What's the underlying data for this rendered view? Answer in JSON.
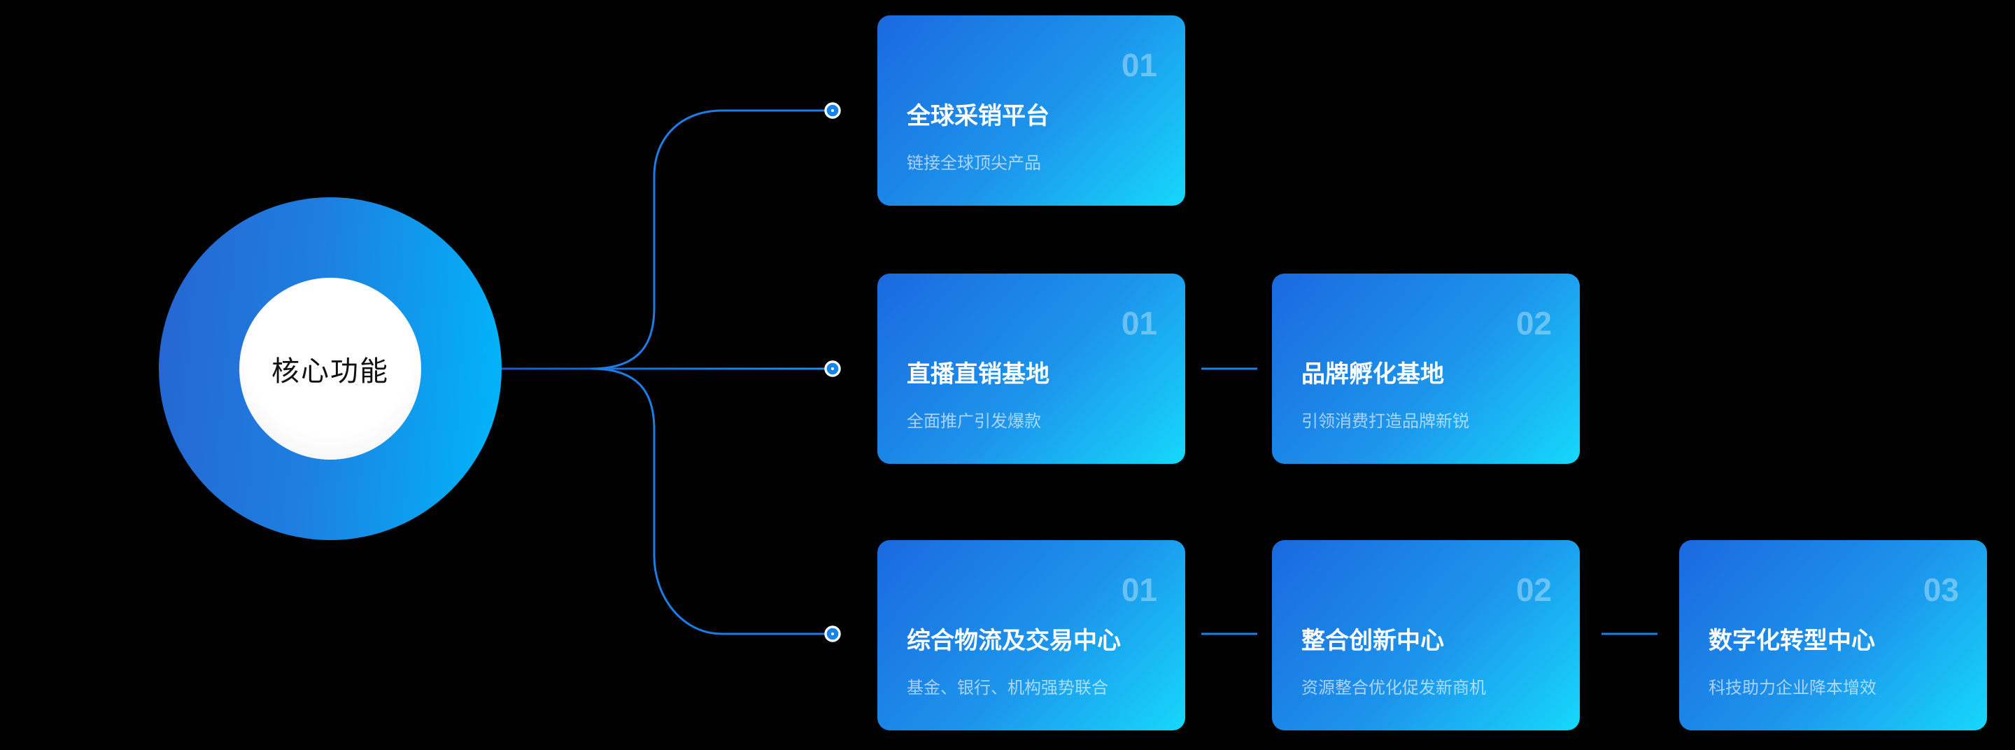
{
  "center": {
    "label": "核心功能"
  },
  "colors": {
    "background": "#000000",
    "ring_gradient_start": "#2665D2",
    "ring_gradient_end": "#00B7FA",
    "card_gradient_start": "#1B69DF",
    "card_gradient_end": "#16D8FB",
    "line": "#1D7DE6",
    "title_text": "#FFFFFF",
    "subtitle_text": "rgba(255,255,255,0.62)",
    "number_text": "rgba(255,255,255,0.35)",
    "center_label_text": "#121212"
  },
  "cards": [
    {
      "num": "01",
      "title": "全球采销平台",
      "subtitle": "链接全球顶尖产品"
    },
    {
      "num": "01",
      "title": "直播直销基地",
      "subtitle": "全面推广引发爆款"
    },
    {
      "num": "02",
      "title": "品牌孵化基地",
      "subtitle": "引领消费打造品牌新锐"
    },
    {
      "num": "01",
      "title": "综合物流及交易中心",
      "subtitle": "基金、银行、机构强势联合"
    },
    {
      "num": "02",
      "title": "整合创新中心",
      "subtitle": "资源整合优化促发新商机"
    },
    {
      "num": "03",
      "title": "数字化转型中心",
      "subtitle": "科技助力企业降本增效"
    }
  ]
}
